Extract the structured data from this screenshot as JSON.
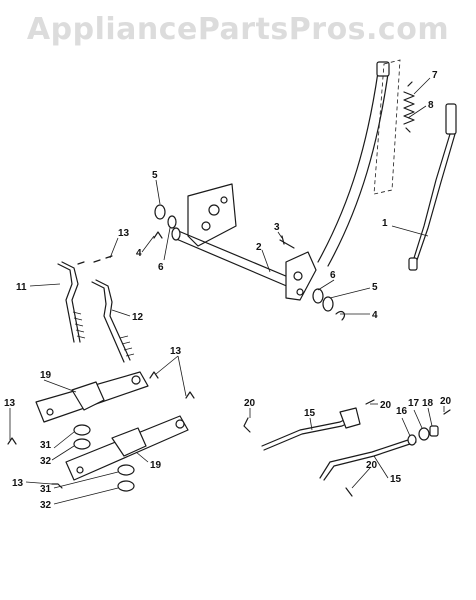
{
  "watermark": "AppliancePartsPros.com",
  "callouts": {
    "c1": "1",
    "c2": "2",
    "c3": "3",
    "c4a": "4",
    "c4b": "4",
    "c5a": "5",
    "c5b": "5",
    "c6a": "6",
    "c6b": "6",
    "c7": "7",
    "c8": "8",
    "c11": "11",
    "c12": "12",
    "c13a": "13",
    "c13b": "13",
    "c13c": "13",
    "c13d": "13",
    "c15a": "15",
    "c15b": "15",
    "c16": "16",
    "c17": "17",
    "c18": "18",
    "c19a": "19",
    "c19b": "19",
    "c20a": "20",
    "c20b": "20",
    "c20c": "20",
    "c20d": "20",
    "c31a": "31",
    "c31b": "31",
    "c32a": "32",
    "c32b": "32"
  }
}
